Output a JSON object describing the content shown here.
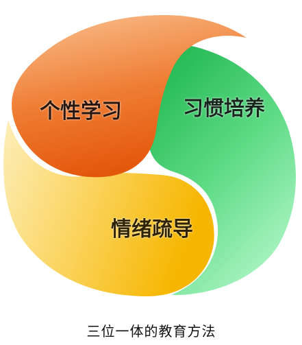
{
  "diagram": {
    "segments": [
      {
        "id": "orange",
        "label": "个性学习"
      },
      {
        "id": "green",
        "label": "习惯培养"
      },
      {
        "id": "yellow",
        "label": "情绪疏导"
      }
    ],
    "caption": "三位一体的教育方法",
    "colors": {
      "orange_light": "#f7b07a",
      "orange_dark": "#e4580c",
      "green_dark": "#2fc35e",
      "green_light": "#aef5c4",
      "yellow_light": "#fde9a6",
      "yellow_dark": "#f6b600"
    }
  }
}
